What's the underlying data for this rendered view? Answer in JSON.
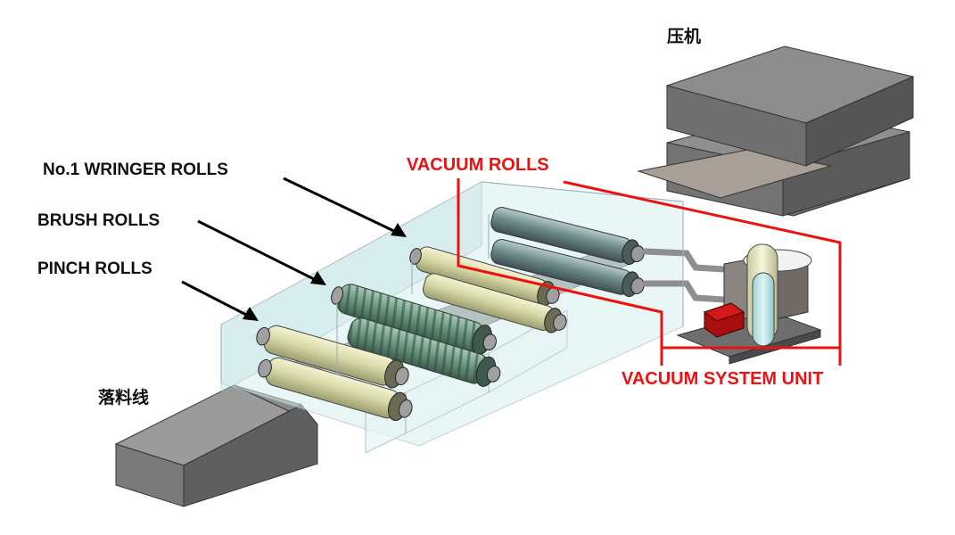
{
  "labels": {
    "press": "压机",
    "blanking_line": "落料线",
    "wringer_rolls": "No.1 WRINGER ROLLS",
    "brush_rolls": "BRUSH ROLLS",
    "pinch_rolls": "PINCH ROLLS",
    "vacuum_rolls": "VACUUM ROLLS",
    "vacuum_system_unit": "VACUUM SYSTEM UNIT"
  },
  "colors": {
    "highlight": "#ee1111",
    "text": "#111111",
    "machine_dark": "#6f6f6f",
    "press_top": "#8d8d8d",
    "roll_yellow": "#d8d9a8",
    "roll_green": "#6f9a84",
    "vacuum_roll": "#6f8c8c",
    "enclosure_glass": "#d7efee"
  }
}
